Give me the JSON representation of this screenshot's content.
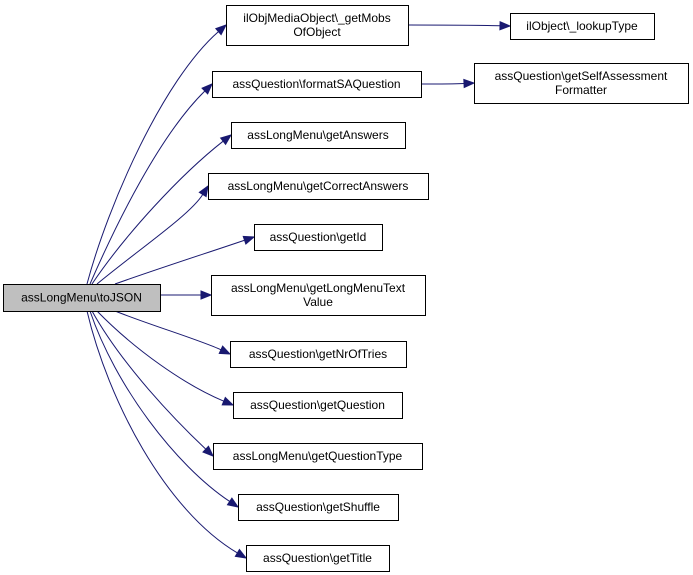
{
  "diagram": {
    "type": "call-graph",
    "colors": {
      "edge": "#191970",
      "root_fill": "#bfbfbf",
      "node_fill": "#ffffff",
      "node_stroke": "#000000"
    },
    "nodes": [
      {
        "id": "toJSON",
        "lines": [
          "assLongMenu\\toJSON"
        ],
        "root": true
      },
      {
        "id": "getMobsOfObject",
        "lines": [
          "ilObjMediaObject\\_getMobs",
          "OfObject"
        ]
      },
      {
        "id": "lookupType",
        "lines": [
          "ilObject\\_lookupType"
        ]
      },
      {
        "id": "formatSAQuestion",
        "lines": [
          "assQuestion\\formatSAQuestion"
        ]
      },
      {
        "id": "getSelfAssessmentFormatter",
        "lines": [
          "assQuestion\\getSelfAssessment",
          "Formatter"
        ]
      },
      {
        "id": "getAnswers",
        "lines": [
          "assLongMenu\\getAnswers"
        ]
      },
      {
        "id": "getCorrectAnswers",
        "lines": [
          "assLongMenu\\getCorrectAnswers"
        ]
      },
      {
        "id": "getId",
        "lines": [
          "assQuestion\\getId"
        ]
      },
      {
        "id": "getLongMenuTextValue",
        "lines": [
          "assLongMenu\\getLongMenuText",
          "Value"
        ]
      },
      {
        "id": "getNrOfTries",
        "lines": [
          "assQuestion\\getNrOfTries"
        ]
      },
      {
        "id": "getQuestion",
        "lines": [
          "assQuestion\\getQuestion"
        ]
      },
      {
        "id": "getQuestionType",
        "lines": [
          "assLongMenu\\getQuestionType"
        ]
      },
      {
        "id": "getShuffle",
        "lines": [
          "assQuestion\\getShuffle"
        ]
      },
      {
        "id": "getTitle",
        "lines": [
          "assQuestion\\getTitle"
        ]
      }
    ],
    "edges": [
      {
        "from": "toJSON",
        "to": "getMobsOfObject"
      },
      {
        "from": "toJSON",
        "to": "formatSAQuestion"
      },
      {
        "from": "toJSON",
        "to": "getAnswers"
      },
      {
        "from": "toJSON",
        "to": "getCorrectAnswers"
      },
      {
        "from": "toJSON",
        "to": "getId"
      },
      {
        "from": "toJSON",
        "to": "getLongMenuTextValue"
      },
      {
        "from": "toJSON",
        "to": "getNrOfTries"
      },
      {
        "from": "toJSON",
        "to": "getQuestion"
      },
      {
        "from": "toJSON",
        "to": "getQuestionType"
      },
      {
        "from": "toJSON",
        "to": "getShuffle"
      },
      {
        "from": "toJSON",
        "to": "getTitle"
      },
      {
        "from": "getMobsOfObject",
        "to": "lookupType"
      },
      {
        "from": "formatSAQuestion",
        "to": "getSelfAssessmentFormatter"
      }
    ]
  }
}
